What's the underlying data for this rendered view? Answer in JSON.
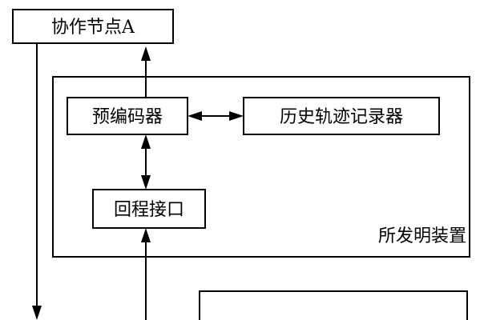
{
  "nodes": {
    "collab_node_a": "协作节点A",
    "device": "所发明装置",
    "precoder": "预编码器",
    "history_recorder": "历史轨迹记录器",
    "return_interface": "回程接口"
  },
  "colors": {
    "stroke": "#000000",
    "background": "#ffffff"
  }
}
